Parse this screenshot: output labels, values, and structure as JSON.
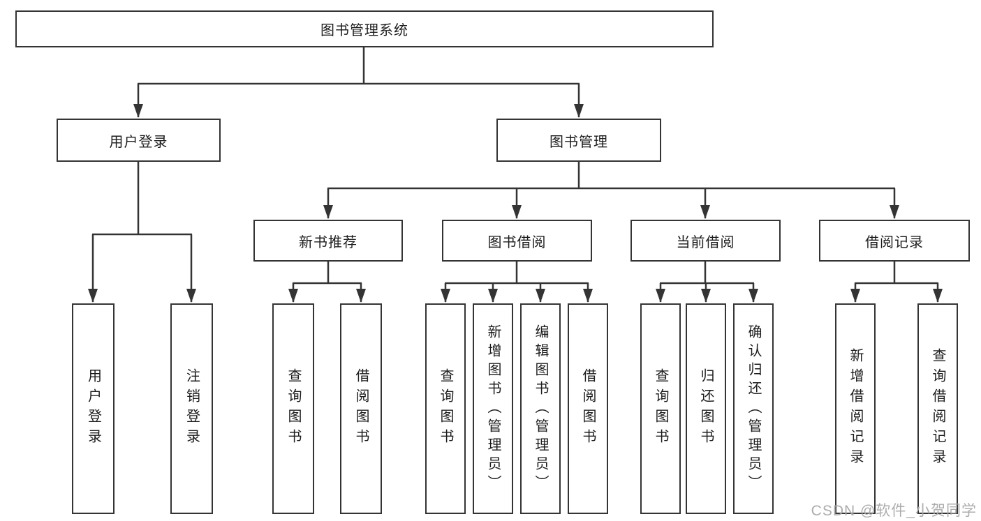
{
  "tree": {
    "label": "图书管理系统",
    "children": [
      {
        "label": "用户登录",
        "children": [
          {
            "label": "用户登录"
          },
          {
            "label": "注销登录"
          }
        ]
      },
      {
        "label": "图书管理",
        "children": [
          {
            "label": "新书推荐",
            "children": [
              {
                "label": "查询图书"
              },
              {
                "label": "借阅图书"
              }
            ]
          },
          {
            "label": "图书借阅",
            "children": [
              {
                "label": "查询图书"
              },
              {
                "label": "新增图书（管理员）"
              },
              {
                "label": "编辑图书（管理员）"
              },
              {
                "label": "借阅图书"
              }
            ]
          },
          {
            "label": "当前借阅",
            "children": [
              {
                "label": "查询图书"
              },
              {
                "label": "归还图书"
              },
              {
                "label": "确认归还（管理员）"
              }
            ]
          },
          {
            "label": "借阅记录",
            "children": [
              {
                "label": "新增借阅记录"
              },
              {
                "label": "查询借阅记录"
              }
            ]
          }
        ]
      }
    ]
  },
  "watermark": {
    "text": "CSDN @软件_小贺同学"
  },
  "colors": {
    "line": "#343434",
    "text": "#1d1d1d",
    "background": "#ffffff",
    "watermark": "#a8a8a8"
  }
}
